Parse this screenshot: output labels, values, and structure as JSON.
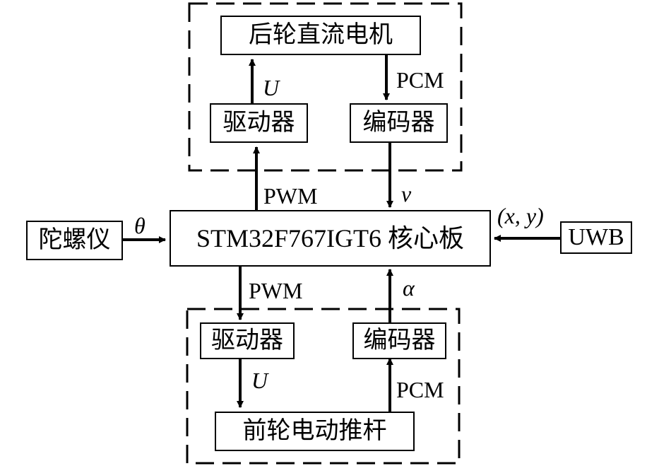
{
  "diagram": {
    "groups": [
      {
        "name": "rear-wheel-group",
        "style": "dashed"
      },
      {
        "name": "front-wheel-group",
        "style": "dashed"
      }
    ],
    "nodes": {
      "core": "STM32F767IGT6 核心板",
      "gyro": "陀螺仪",
      "uwb": "UWB",
      "rear_motor": "后轮直流电机",
      "rear_driver": "驱动器",
      "rear_encoder": "编码器",
      "front_driver": "驱动器",
      "front_encoder": "编码器",
      "front_actuator": "前轮电动推杆"
    },
    "edges": {
      "gyro_to_core": "θ",
      "uwb_to_core": "(x, y)",
      "core_to_rear_driver": "PWM",
      "rear_driver_to_motor": "U",
      "rear_motor_to_encoder": "PCM",
      "rear_encoder_to_core": "v",
      "core_to_front_driver": "PWM",
      "front_driver_to_actuator": "U",
      "front_actuator_to_encoder": "PCM",
      "front_encoder_to_core": "α"
    },
    "colors": {
      "stroke": "#000000",
      "background": "#ffffff"
    }
  }
}
